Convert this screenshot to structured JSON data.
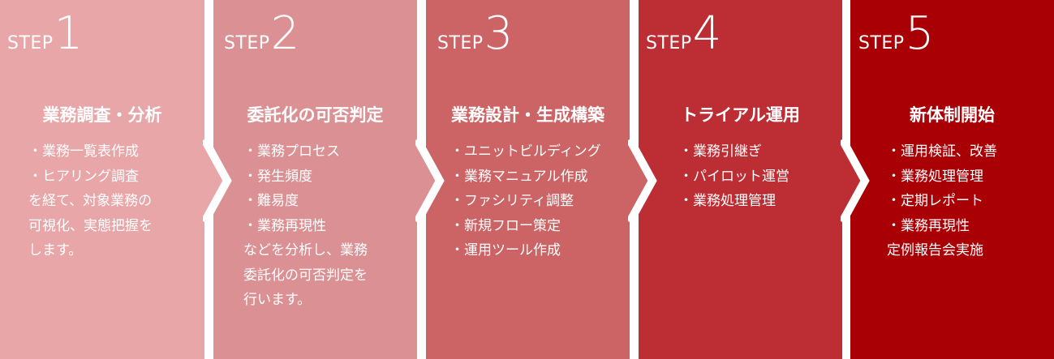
{
  "step_word": "STEP",
  "colors": {
    "step1": "#e8a6a9",
    "step2": "#db9194",
    "step3": "#cc6365",
    "step4": "#bd2e34",
    "step5": "#a90005"
  },
  "steps": [
    {
      "number": "1",
      "title": "業務調査・分析",
      "lines": [
        "・業務一覧表作成",
        "・ヒアリング調査",
        "を経て、対象業務の",
        "可視化、実態把握を",
        "します。"
      ]
    },
    {
      "number": "2",
      "title": "委託化の可否判定",
      "lines": [
        "・業務プロセス",
        "・発生頻度",
        "・難易度",
        "・業務再現性",
        "などを分析し、業務",
        "委託化の可否判定を",
        "行います。"
      ]
    },
    {
      "number": "3",
      "title": "業務設計・生成構築",
      "lines": [
        "・ユニットビルディング",
        "・業務マニュアル作成",
        "・ファシリティ調整",
        "・新規フロー策定",
        "・運用ツール作成"
      ]
    },
    {
      "number": "4",
      "title": "トライアル運用",
      "lines": [
        "・業務引継ぎ",
        "・パイロット運営",
        "・業務処理管理"
      ]
    },
    {
      "number": "5",
      "title": "新体制開始",
      "lines": [
        "・運用検証、改善",
        "・業務処理管理",
        "・定期レポート",
        "・業務再現性",
        "定例報告会実施"
      ]
    }
  ]
}
